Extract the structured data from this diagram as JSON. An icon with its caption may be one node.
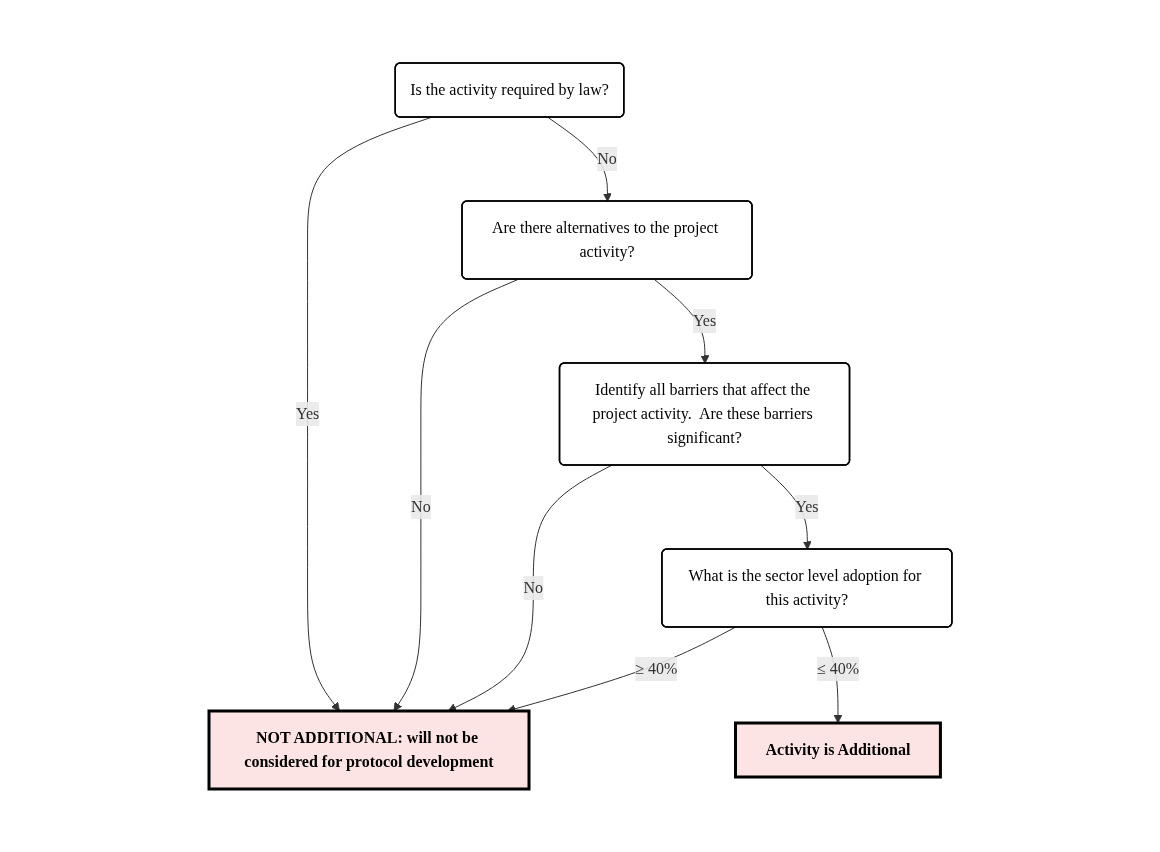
{
  "diagram": {
    "nodes": [
      {
        "text": [
          "Is the activity required by law?"
        ]
      },
      {
        "text": [
          "Are there alternatives to the project activity?"
        ]
      },
      {
        "text": [
          "Identify all barriers that affect the project activity.  Are these barriers significant?"
        ]
      },
      {
        "text": [
          "What is the sector level adoption for this activity?"
        ]
      },
      {
        "text": [
          "Activity is Additional"
        ]
      },
      {
        "text": [
          "NOT ADDITIONAL: will not be considered for protocol development"
        ]
      }
    ],
    "edges": [
      {
        "from": 0,
        "to": 5,
        "arrow": "to",
        "label": "Yes"
      },
      {
        "from": 0,
        "to": 1,
        "arrow": "to",
        "label": "No"
      },
      {
        "from": 1,
        "to": 5,
        "arrow": "to",
        "label": "No"
      },
      {
        "from": 1,
        "to": 2,
        "arrow": "to",
        "label": "Yes"
      },
      {
        "from": 2,
        "to": 5,
        "arrow": "to",
        "label": "No"
      },
      {
        "from": 2,
        "to": 3,
        "arrow": "to",
        "label": "Yes"
      },
      {
        "from": 3,
        "to": 5,
        "arrow": "to",
        "label": "≥ 40%"
      },
      {
        "from": 3,
        "to": 4,
        "arrow": "to",
        "label": "≤ 40%"
      }
    ]
  }
}
